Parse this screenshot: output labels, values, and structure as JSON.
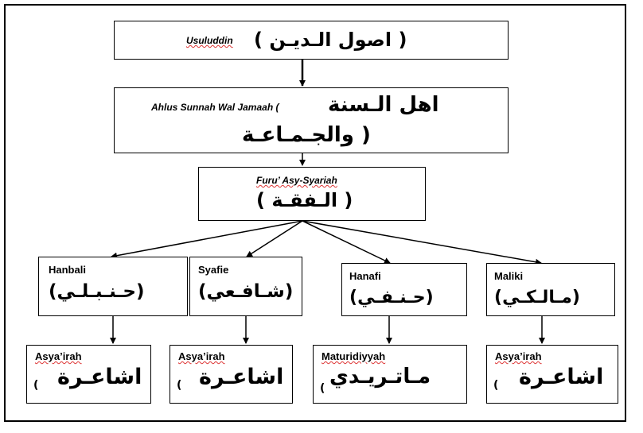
{
  "usuluddin": {
    "latin": "Usuluddin",
    "arabic": "( اصول الـديـن )"
  },
  "ahlus": {
    "latin": "Ahlus Sunnah Wal Jamaah (",
    "arabic_line1": "اهل الـسنة",
    "arabic_line2": "( والجـمـاعـة"
  },
  "furu": {
    "latin": "Furu’ Asy-Syariah",
    "arabic": "( الـفقـة )"
  },
  "madhhabs": [
    {
      "latin": "Hanbali",
      "arabic": "(حـنـبـلـي)"
    },
    {
      "latin": "Syafie",
      "arabic": "(شـافـعي)"
    },
    {
      "latin": "Hanafi",
      "arabic": "(حـنـفـي)"
    },
    {
      "latin": "Maliki",
      "arabic": "(مـالـكـي)"
    }
  ],
  "aqidah": [
    {
      "latin": "Asya’irah",
      "arabic": "اشاعـرة",
      "paren": "("
    },
    {
      "latin": "Asya’irah",
      "arabic": "اشاعـرة",
      "paren": "("
    },
    {
      "latin": "Maturidiyyah",
      "arabic": "مـاتـريـدي",
      "paren": "("
    },
    {
      "latin": "Asya’irah",
      "arabic": "اشاعـرة",
      "paren": "("
    }
  ]
}
